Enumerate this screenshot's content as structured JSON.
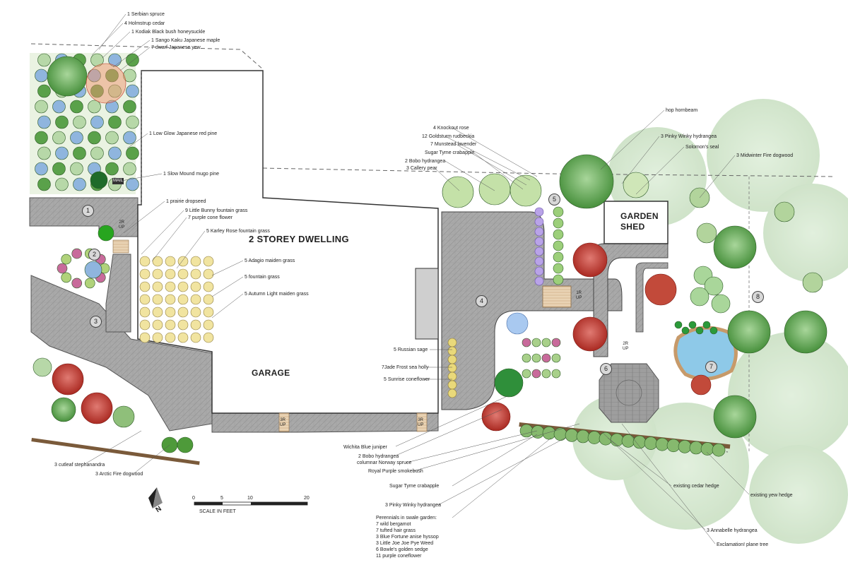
{
  "title": "2 STOREY DWELLING",
  "areas": {
    "garage": "GARAGE",
    "shed_line1": "GARDEN",
    "shed_line2": "SHED",
    "mail": "MAIL"
  },
  "zones": [
    "1",
    "2",
    "3",
    "4",
    "5",
    "6",
    "7",
    "8"
  ],
  "steps": {
    "s1": [
      "2R",
      "UP"
    ],
    "s2": [
      "1R",
      "UP"
    ],
    "s3": [
      "2R",
      "UP"
    ],
    "s4": [
      "3R",
      "UP"
    ],
    "s5": [
      "3R",
      "UP"
    ]
  },
  "plant_labels": {
    "serbian_spruce": "1 Serbian spruce",
    "holmstrup": "4 Holmstrup cedar",
    "kodiak": "1 Kodiak Black bush honeysuckle",
    "sango_kaku": "1 Sango Kaku Japanese maple",
    "dwarf_yew": "7 dwarf Japanese yew",
    "low_glow": "1 Low Glow Japanese red pine",
    "slow_mound": "1 Slow Mound mugo pine",
    "prairie_dropseed": "1 prairie dropseed",
    "little_bunny": "9 Little Bunny fountain grass",
    "purple_cone": "7 purple cone flower",
    "karley_rose": "5 Karley Rose fountain grass",
    "adagio": "5 Adagio maiden grass",
    "fountain_grass": "5 fountain grass",
    "autumn_light": "5 Autumn Light maiden grass",
    "knockout_rose": "4 Knockout rose",
    "goldsturm": "12 Goldsturm rudbeckia",
    "munstead": "7 Munstead lavender",
    "sugar_tyme_1": "Sugar Tyme crabapple",
    "bobo_1": "2 Bobo hydrangea",
    "callery": "3 Callery pear",
    "hop_hornbeam": "hop hornbeam",
    "pinky_winky_1": "3 Pinky Winky hydrangea",
    "solomons_seal": "Solomon's seal",
    "midwinter_fire": "3 Midwinter Fire dogwood",
    "russian_sage": "5 Russian sage",
    "jade_frost": "7Jade Frost sea holly",
    "sunrise": "5 Sunrise coneflower",
    "wichita": "Wichita Blue juniper",
    "bobo_2": "2 Bobo hydrangea",
    "norway_spruce": "columnar Norway spruce",
    "smokebush": "Royal Purple smokebush",
    "sugar_tyme_2": "Sugar Tyme crabapple",
    "pinky_winky_2": "3 Pinky Winky hydrangea",
    "stephanandra": "3 cutleaf stephanandra",
    "arctic_fire": "3 Arctic Fire dogwood",
    "cedar_hedge": "existing cedar hedge",
    "yew_hedge": "existing yew hedge",
    "annabelle": "3 Annabelle hydrangea",
    "plane_tree": "Exclamation! plane tree"
  },
  "perennials": {
    "heading": "Perennials in swale garden:",
    "items": [
      "7  wild bergamot",
      "7 tufted hair grass",
      "3 Blue Fortune anise hyssop",
      "3 Little Joe Joe Pye Weed",
      "6 Bowle's golden sedge",
      "11 purple coneflower"
    ]
  },
  "scale": {
    "ticks": [
      "0",
      "5",
      "10",
      "20"
    ],
    "label": "SCALE IN FEET"
  },
  "north": "N",
  "colors": {
    "paving": "#a9a9a9",
    "house": "#ffffff",
    "tree_green": "#4e9a3a",
    "tree_dark": "#2f7d32",
    "tree_red": "#c0392b",
    "lawn": "#8fc17a",
    "pond": "#8ec9e8"
  }
}
